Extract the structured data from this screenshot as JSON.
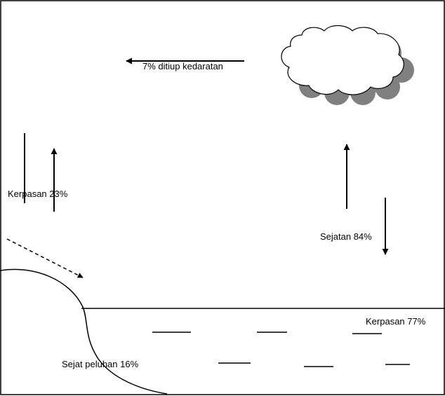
{
  "labels": {
    "blown_to_land": "7% ditiup kedaratan",
    "land_precipitation": "Kerpasan 23%",
    "evaporation": "Sejatan 84%",
    "sea_precipitation": "Kerpasan 77%",
    "evapotranspiration": "Sejat peluhan 16%"
  },
  "colors": {
    "stroke": "#000000",
    "cloud_fill": "#ffffff",
    "cloud_shadow": "#808080"
  }
}
